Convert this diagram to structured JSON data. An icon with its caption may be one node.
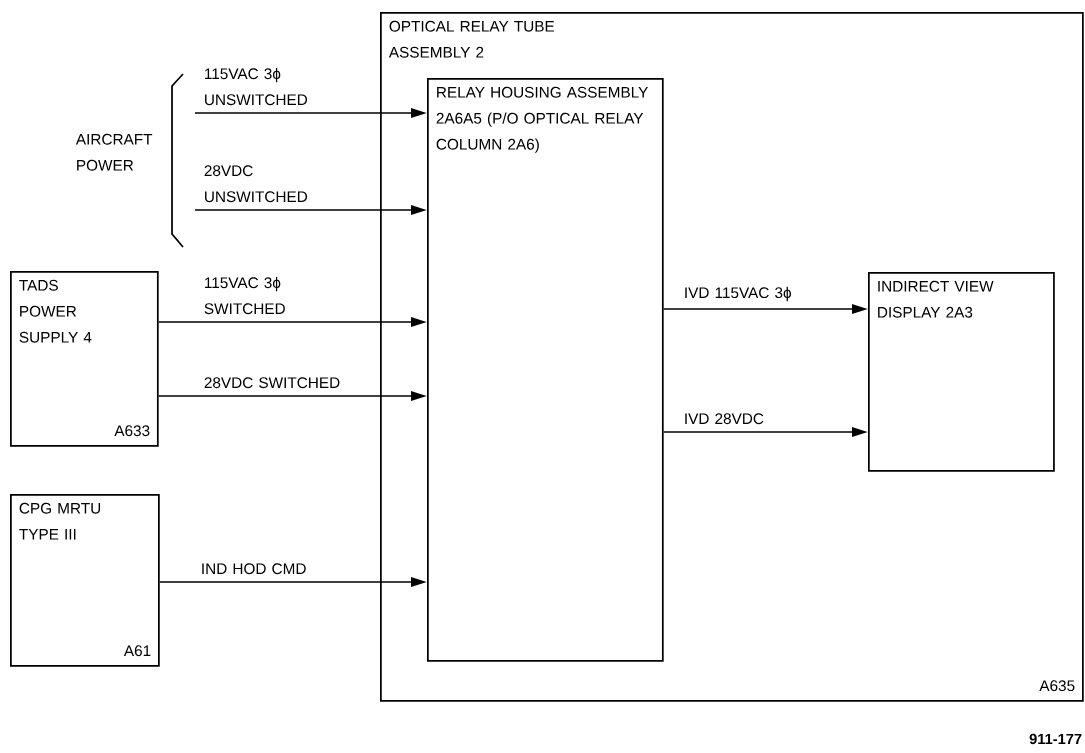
{
  "diagram": {
    "nodes": [
      {
        "text": [
          "OPTICAL RELAY TUBE ASSEMBLY 2",
          "A635"
        ]
      },
      {
        "text": [
          "RELAY HOUSING ASSEMBLY 2A6A5 (P/O OPTICAL RELAY COLUMN 2A6)"
        ],
        "in": 0
      },
      {
        "text": [
          "INDIRECT VIEW DISPLAY 2A3"
        ],
        "in": 0
      },
      {
        "text": [
          "TADS POWER SUPPLY 4",
          "A633"
        ]
      },
      {
        "text": [
          "CPG MRTU TYPE III",
          "A61"
        ]
      }
    ],
    "edges": [
      {
        "from": null,
        "to": 1,
        "arrow": "to",
        "label": "115VAC 3ϕ UNSWITCHED"
      },
      {
        "from": null,
        "to": 1,
        "arrow": "to",
        "label": "28VDC UNSWITCHED"
      },
      {
        "from": 3,
        "to": 1,
        "arrow": "to",
        "label": "115VAC 3ϕ SWITCHED"
      },
      {
        "from": 3,
        "to": 1,
        "arrow": "to",
        "label": "28VDC SWITCHED"
      },
      {
        "from": 4,
        "to": 1,
        "arrow": "to",
        "label": "IND HOD CMD"
      },
      {
        "from": 1,
        "to": 2,
        "arrow": "to",
        "label": "IVD 115VAC 3ϕ"
      },
      {
        "from": 1,
        "to": 2,
        "arrow": "to",
        "label": "IVD 28VDC"
      }
    ],
    "labels": [
      "AIRCRAFT POWER",
      "911-177"
    ]
  }
}
